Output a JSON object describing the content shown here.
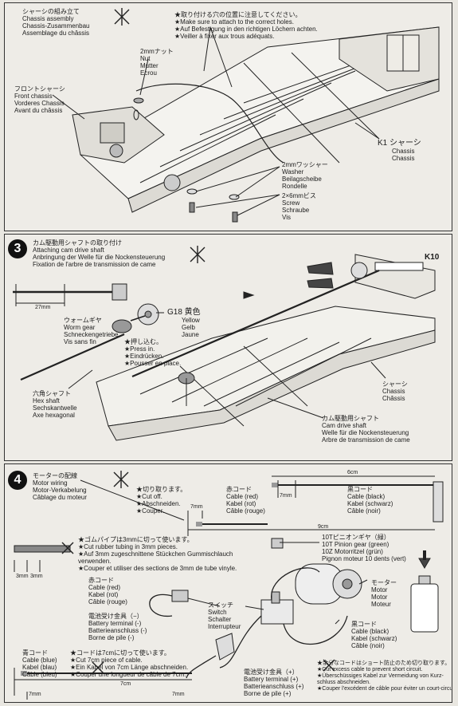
{
  "watermark": "",
  "step2": {
    "title_jp": "シャーシの組み立て",
    "title_en": "Chassis assembly",
    "title_de": "Chassis-Zusammenbau",
    "title_fr": "Assemblage du châssis",
    "note_jp": "★取り付ける穴の位置に注意してください。",
    "note_en": "★Make sure to attach to the correct holes.",
    "note_de": "★Auf Befestigung in den richtigen Löchern achten.",
    "note_fr": "★Veiller à fixer aux trous adéquats.",
    "nut": [
      "2mmナット",
      "Nut",
      "Mutter",
      "Ecrou"
    ],
    "front_chassis": [
      "フロントシャーシ",
      "Front chassis",
      "Vorderes Chassis",
      "Avant du châssis"
    ],
    "k1": [
      "K1 シャーシ",
      "Chassis",
      "Chassis"
    ],
    "washer": [
      "2mmワッシャー",
      "Washer",
      "Beilagscheibe",
      "Rondelle"
    ],
    "screw": [
      "2×6mmビス",
      "Screw",
      "Schraube",
      "Vis"
    ]
  },
  "step3": {
    "number": "3",
    "title_jp": "カム駆動用シャフトの取り付け",
    "title_en": "Attaching cam drive shaft",
    "title_de": "Anbringung der Welle für die Nockensteuerung",
    "title_fr": "Fixation de l'arbre de transmission de came",
    "dim": "27mm",
    "g18": [
      "G18 黄色",
      "Yellow",
      "Gelb",
      "Jaune"
    ],
    "worm": [
      "ウォームギヤ",
      "Worm gear",
      "Schneckengetriebe",
      "Vis sans fin"
    ],
    "press": [
      "★押し込む。",
      "★Press in.",
      "★Eindrücken.",
      "★Pousser en place."
    ],
    "hex": [
      "六角シャフト",
      "Hex shaft",
      "Sechskantwelle",
      "Axe hexagonal"
    ],
    "k10": "K10",
    "chassis": [
      "シャーシ",
      "Chassis",
      "Châssis"
    ],
    "cam": [
      "カム駆動用シャフト",
      "Cam drive shaft",
      "Welle für die Nockensteuerung",
      "Arbre de transmission de came"
    ]
  },
  "step4": {
    "number": "4",
    "title_jp": "モーターの配線",
    "title_en": "Motor wiring",
    "title_de": "Motor-Verkabelung",
    "title_fr": "Câblage du moteur",
    "cut": [
      "★切り取ります。",
      "★Cut off.",
      "★Abschneiden.",
      "★Couper."
    ],
    "red_cord": [
      "赤コード",
      "Cable (red)",
      "Kabel (rot)",
      "Câble (rouge)"
    ],
    "black_cord": [
      "黒コード",
      "Cable (black)",
      "Kabel (schwarz)",
      "Câble (noir)"
    ],
    "dim_6cm": "6cm",
    "dim_7mm_a": "7mm",
    "dim_7mm_b": "7mm",
    "dim_9cm": "9cm",
    "rubber": [
      "★ゴムパイプは3mmに切って使います。",
      "★Cut rubber tubing in 3mm pieces.",
      "★Auf 3mm zugeschnittene Stückchen Gummischlauch",
      "verwenden.",
      "★Couper et utiliser des sections de 3mm de tube vinyle."
    ],
    "dim_3mm_a": "3mm",
    "dim_3mm_b": "3mm",
    "pinion": [
      "10Tピニオンギヤ（緑）",
      "10T Pinion gear (green)",
      "10Z Motorritzel (grün)",
      "Pignon moteur 10 dents (vert)"
    ],
    "red_cord2": [
      "赤コード",
      "Cable (red)",
      "Kabel (rot)",
      "Câble (rouge)"
    ],
    "motor": [
      "モーター",
      "Motor",
      "Motor",
      "Moteur"
    ],
    "battery_minus": [
      "電池受け金具（−）",
      "Battery terminal (-)",
      "Batterieanschluss (-)",
      "Borne de pile (-)"
    ],
    "switch": [
      "スイッチ",
      "Switch",
      "Schalter",
      "Interrupteur"
    ],
    "black_cord2": [
      "黒コード",
      "Cable (black)",
      "Kabel (schwarz)",
      "Câble (noir)"
    ],
    "blue_cord": [
      "青コード",
      "Cable (blue)",
      "Kabel (blau)",
      "Câble (bleu)"
    ],
    "blue_cut": [
      "★コードは7cmに切って使います。",
      "★Cut 7cm piece of cable.",
      "★Ein Kabel von 7cm Länge abschneiden.",
      "★Couper une longueur de câble de 7cm."
    ],
    "battery_plus": [
      "電池受け金具（+）",
      "Battery terminal (+)",
      "Batterieanschluss (+)",
      "Borne de pile (+)"
    ],
    "excess": [
      "★余分なコードはショート防止のため切り取ります。",
      "★Cut excess cable to prevent short circuit.",
      "★Überschüssiges Kabel zur Vermeidung von Kurz-",
      "schluss abschneiden.",
      "★Couper l'excédent de câble pour éviter un court-circuit."
    ],
    "dim_7cm": "7cm",
    "dim_7mm_c": "7mm",
    "dim_7mm_d": "7mm"
  }
}
